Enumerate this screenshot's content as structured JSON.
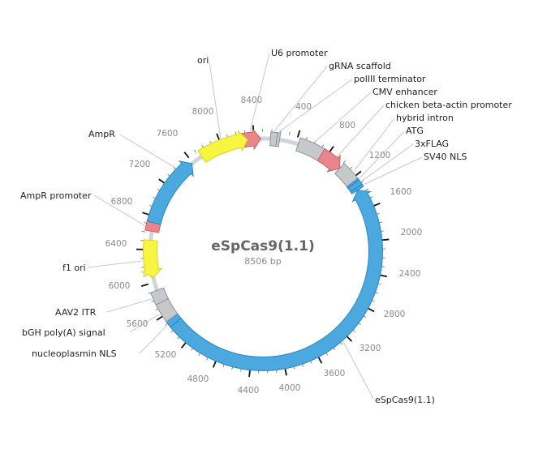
{
  "plasmid": {
    "name": "eSpCas9(1.1)",
    "length_label": "8506 bp",
    "length": 8506
  },
  "colors": {
    "backbone": "#cfd6db",
    "cds": "#4ba9df",
    "cds_stroke": "#2a86c0",
    "promoter": "#e8868b",
    "promoter_stroke": "#c66065",
    "misc": "#c6c9cc",
    "misc_stroke": "#8f9396",
    "ori": "#f7f542",
    "ori_stroke": "#d8d420",
    "tick_major": "#111111",
    "tick_minor": "#6a6a6a"
  },
  "features": [
    {
      "name": "U6 promoter",
      "type": "promoter",
      "start": 8240,
      "end": 8480,
      "dir": 1,
      "label_pos": 8360
    },
    {
      "name": "gRNA scaffold",
      "type": "misc",
      "start": 90,
      "end": 166,
      "dir": 0,
      "label_pos": 128
    },
    {
      "name": "polIII terminator",
      "type": "misc",
      "start": 166,
      "end": 200,
      "dir": 0,
      "label_pos": 183
    },
    {
      "name": "CMV enhancer",
      "type": "misc",
      "start": 430,
      "end": 735,
      "dir": 0,
      "label_pos": 600
    },
    {
      "name": "chicken beta-actin promoter",
      "type": "promoter",
      "start": 735,
      "end": 1010,
      "dir": 1,
      "label_pos": 900
    },
    {
      "name": "hybrid intron",
      "type": "misc",
      "start": 1010,
      "end": 1240,
      "dir": 0,
      "label_pos": 1150
    },
    {
      "name": "ATG",
      "type": "cds",
      "start": 1240,
      "end": 1262,
      "dir": 0,
      "label_pos": 1250
    },
    {
      "name": "3xFLAG",
      "type": "cds",
      "start": 1262,
      "end": 1320,
      "dir": 0,
      "label_pos": 1290
    },
    {
      "name": "SV40 NLS",
      "type": "cds",
      "start": 1320,
      "end": 1350,
      "dir": 0,
      "label_pos": 1335
    },
    {
      "name": "eSpCas9(1.1)",
      "type": "cds",
      "start": 1350,
      "end": 5450,
      "dir": -1,
      "label_pos": 3270
    },
    {
      "name": "nucleoplasmin NLS",
      "type": "cds",
      "start": 5450,
      "end": 5525,
      "dir": 0,
      "label_pos": 5488
    },
    {
      "name": "bGH poly(A) signal",
      "type": "misc",
      "start": 5525,
      "end": 5750,
      "dir": 0,
      "label_pos": 5640
    },
    {
      "name": "AAV2 ITR",
      "type": "misc",
      "start": 5750,
      "end": 5900,
      "dir": 0,
      "label_pos": 5830
    },
    {
      "name": "f1 ori",
      "type": "ori",
      "start": 6060,
      "end": 6510,
      "dir": -1,
      "label_pos": 6270
    },
    {
      "name": "AmpR promoter",
      "type": "promoter",
      "start": 6620,
      "end": 6725,
      "dir": 0,
      "label_pos": 6670
    },
    {
      "name": "AmpR",
      "type": "cds",
      "start": 6725,
      "end": 7585,
      "dir": 1,
      "label_pos": 7410
    },
    {
      "name": "ori",
      "type": "ori",
      "start": 7730,
      "end": 8320,
      "dir": 1,
      "label_pos": 8020
    }
  ],
  "labels": {
    "U6 promoter": "U6 promoter",
    "gRNA scaffold": "gRNA scaffold",
    "polIII terminator": "polIII terminator",
    "CMV enhancer": "CMV enhancer",
    "chicken beta-actin promoter": "chicken beta-actin promoter",
    "hybrid intron": "hybrid intron",
    "ATG": "ATG",
    "3xFLAG": "3xFLAG",
    "SV40 NLS": "SV40 NLS",
    "eSpCas9(1.1)": "eSpCas9(1.1)",
    "nucleoplasmin NLS": "nucleoplasmin NLS",
    "bGH poly(A) signal": "bGH poly(A) signal",
    "AAV2 ITR": "AAV2 ITR",
    "f1 ori": "f1 ori",
    "AmpR promoter": "AmpR promoter",
    "AmpR": "AmpR",
    "ori": "ori"
  },
  "ticks": [
    "400",
    "800",
    "1200",
    "1600",
    "2000",
    "2400",
    "2800",
    "3200",
    "3600",
    "4000",
    "4400",
    "4800",
    "5200",
    "5600",
    "6000",
    "6400",
    "6800",
    "7200",
    "7600",
    "8000",
    "8400"
  ]
}
